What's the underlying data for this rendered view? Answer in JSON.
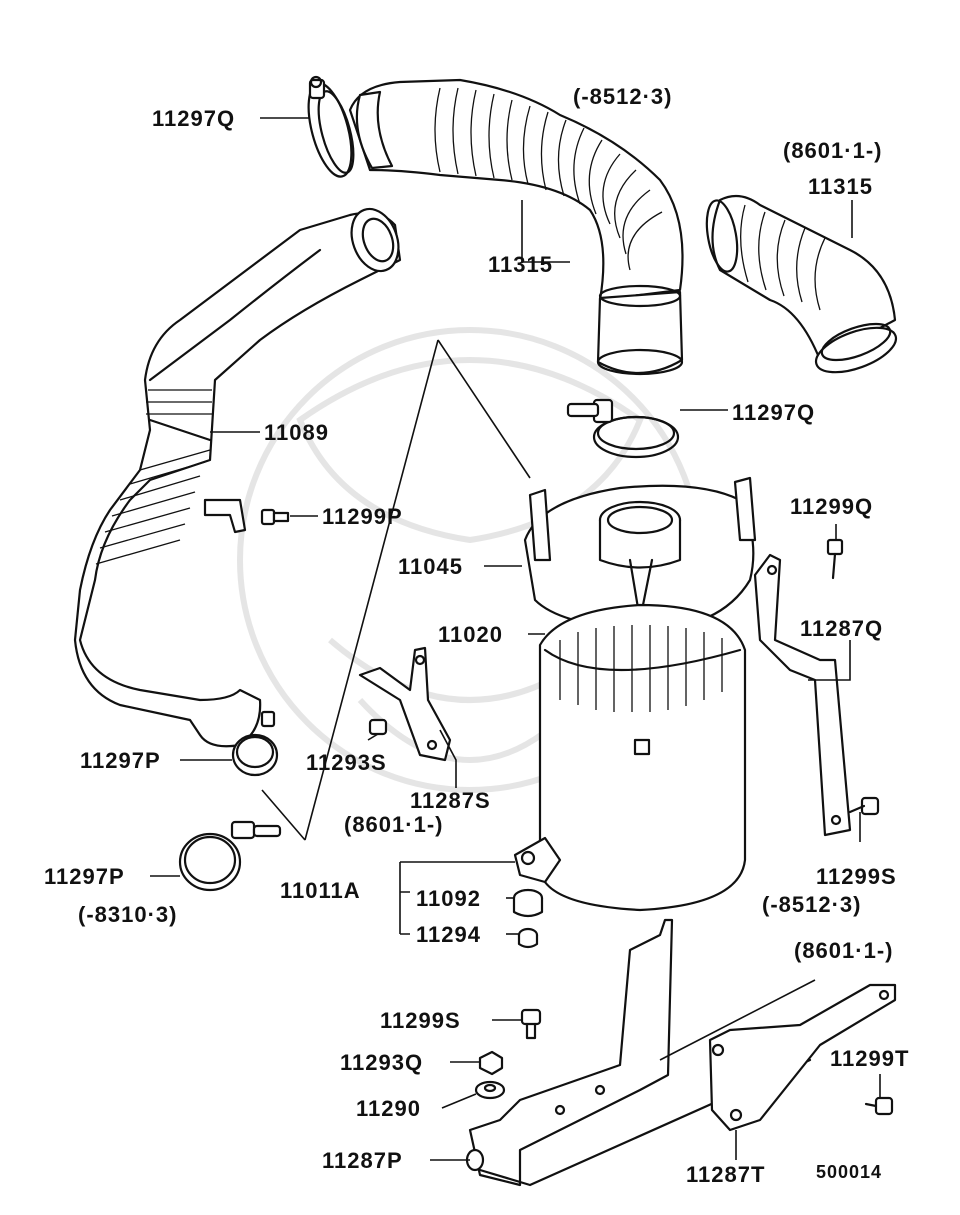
{
  "diagram_code": "500014",
  "labels": {
    "clamp_top": "11297Q",
    "date_top_right_a": "(-8512·3)",
    "date_top_right_b": "(8601·1-)",
    "hose_a": "11315",
    "hose_b": "11315",
    "duct": "11089",
    "clamp_mid": "11297Q",
    "bolt_duct": "11299P",
    "bolt_right": "11299Q",
    "case_cover": "11045",
    "element": "11020",
    "bracket_right": "11287Q",
    "clamp_lower": "11297P",
    "nut_a": "11293S",
    "bracket_s": "11287S",
    "date_mid": "(8601·1-)",
    "clamp_loose": "11297P",
    "date_left": "(-8310·3)",
    "case": "11011A",
    "grommet": "11092",
    "collar": "11294",
    "bolt_s_right": "11299S",
    "date_right_low": "(-8512·3)",
    "date_bottom_right": "(8601·1-)",
    "bolt_s": "11299S",
    "nut_q": "11293Q",
    "washer": "11290",
    "bolt_t": "11299T",
    "bracket_p": "11287P",
    "bracket_t": "11287T"
  }
}
